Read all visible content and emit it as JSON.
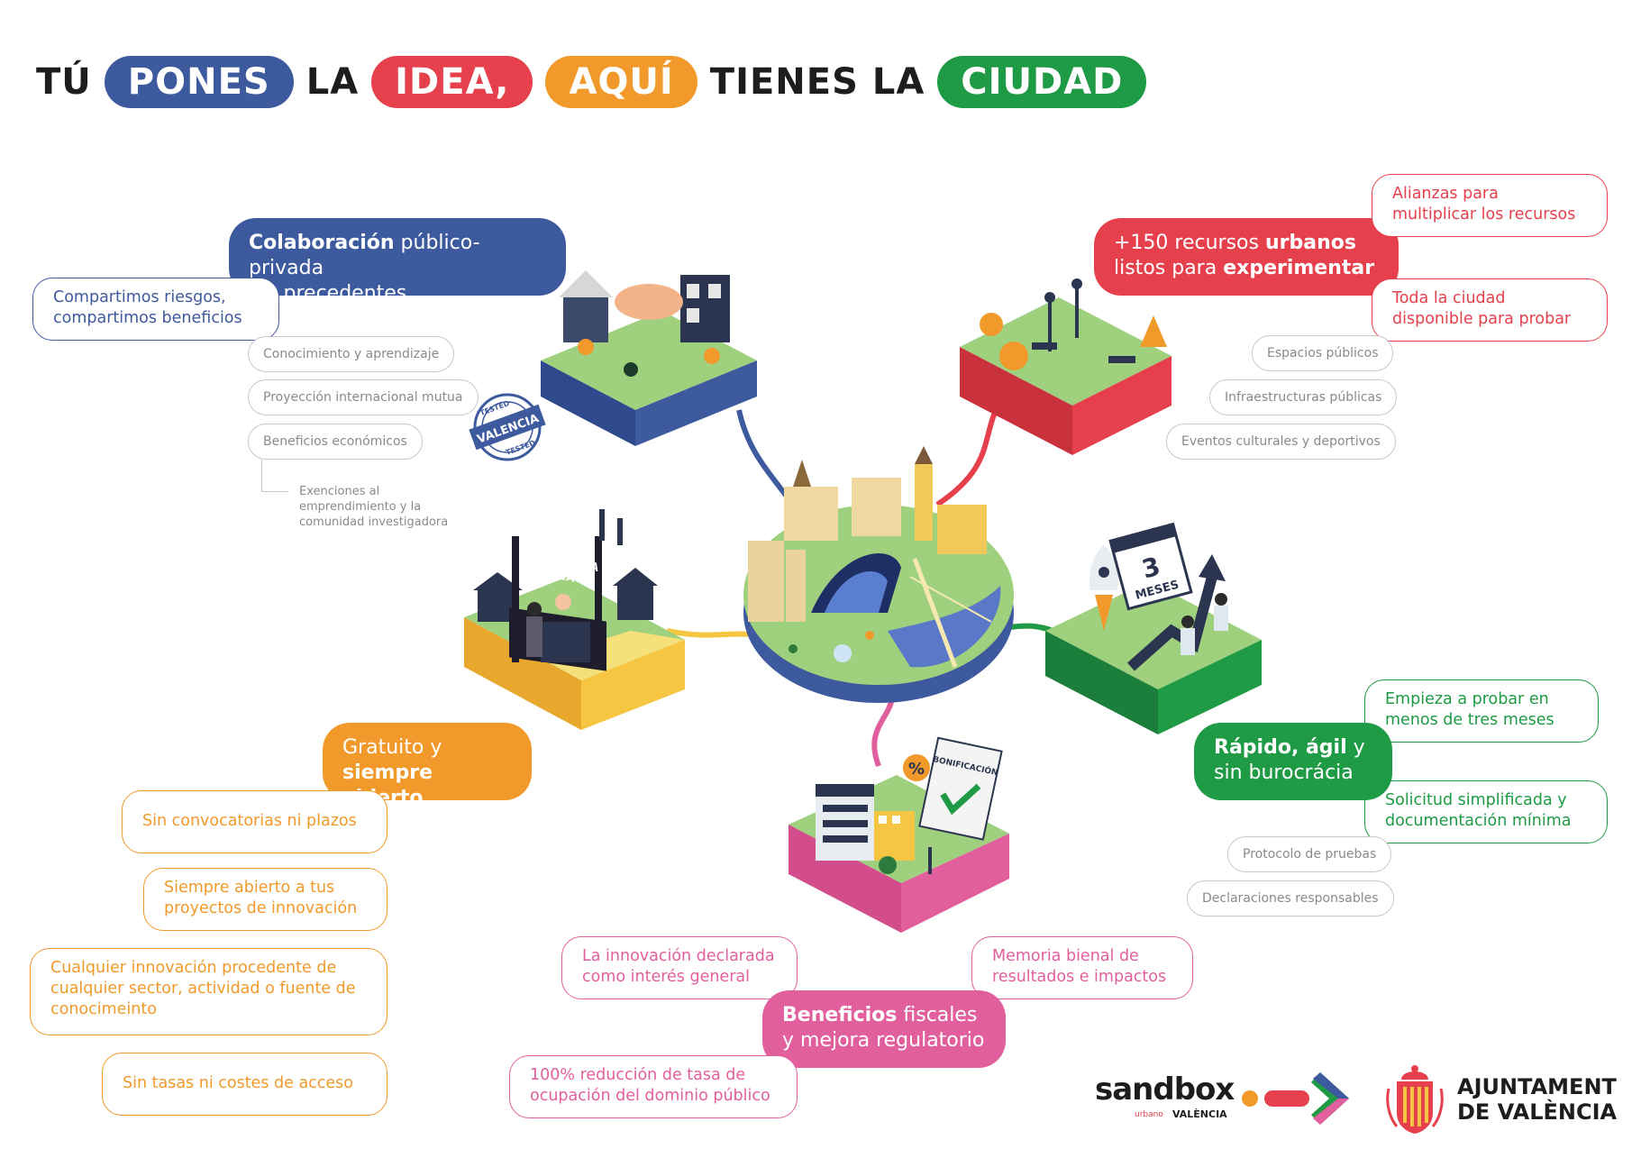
{
  "title": {
    "w1": "TÚ",
    "p1": "PONES",
    "w2": "LA",
    "p2": "IDEA,",
    "p3": "AQUÍ",
    "w3": "TIENES LA",
    "p4": "CIUDAD"
  },
  "colors": {
    "blue": "#3e5a9e",
    "red": "#e5404b",
    "orange": "#f19a2b",
    "green": "#1f9a45",
    "pink": "#e25f9e",
    "yellow": "#f6c542"
  },
  "collab": {
    "head_bold": "Colaboración",
    "head_rest": " público-privada",
    "head_line2": "sin precedentes",
    "bubble": "Compartimos riesgos, compartimos beneficios",
    "tags": [
      "Conocimiento y aprendizaje",
      "Proyección internacional mutua",
      "Beneficios económicos"
    ],
    "note": "Exenciones al emprendimiento y la comunidad investigadora",
    "stamp_top": "TESTED",
    "stamp_mid": "VALENCIA",
    "stamp_bottom": "TESTED"
  },
  "resources": {
    "head_pre": "+150 recursos ",
    "head_bold1": "urbanos",
    "head_line2_pre": "listos para ",
    "head_bold2": "experimentar",
    "bubble1": "Alianzas para multiplicar los recursos",
    "bubble2": "Toda la ciudad disponible para probar",
    "tags": [
      "Espacios públicos",
      "Infraestructuras públicas",
      "Eventos culturales y deportivos"
    ]
  },
  "ventanilla": {
    "sign_line1": "VENTANILLA",
    "sign_line2": "ÚNICA"
  },
  "rapid": {
    "calendar_num": "3",
    "calendar_text": "MESES",
    "head_bold": "Rápido, ágil",
    "head_rest": " y",
    "head_line2": "sin burocrácia",
    "bubble1": "Empieza a probar en menos de tres meses",
    "bubble2": "Solicitud simplificada y documentación mínima",
    "tags": [
      "Protocolo de pruebas",
      "Declaraciones responsables"
    ]
  },
  "free": {
    "head_line1": "Gratuito y",
    "head_bold": "siempre abierto",
    "bubbles": [
      "Sin convocatorias ni plazos",
      "Siempre abierto a tus proyectos de innovación",
      "Cualquier innovación procedente de cualquier sector, actividad o fuente de conocimeinto",
      "Sin tasas ni costes de acceso"
    ]
  },
  "fiscal": {
    "sign": "BONIFICACIÓN",
    "percent": "%",
    "head_bold": "Beneficios",
    "head_rest": " fiscales",
    "head_line2": "y mejora regulatorio",
    "bubble1": "La innovación declarada como interés general",
    "bubble2": "Memoria bienal de resultados e impactos",
    "bubble3": "100% reducción de tasa de ocupación del dominio público"
  },
  "logos": {
    "sandbox": "sandbox",
    "sandbox_small": "urbano",
    "sandbox_city": "VALÈNCIA",
    "ajuntament_line1": "AJUNTAMENT",
    "ajuntament_line2": "DE VALÈNCIA"
  }
}
